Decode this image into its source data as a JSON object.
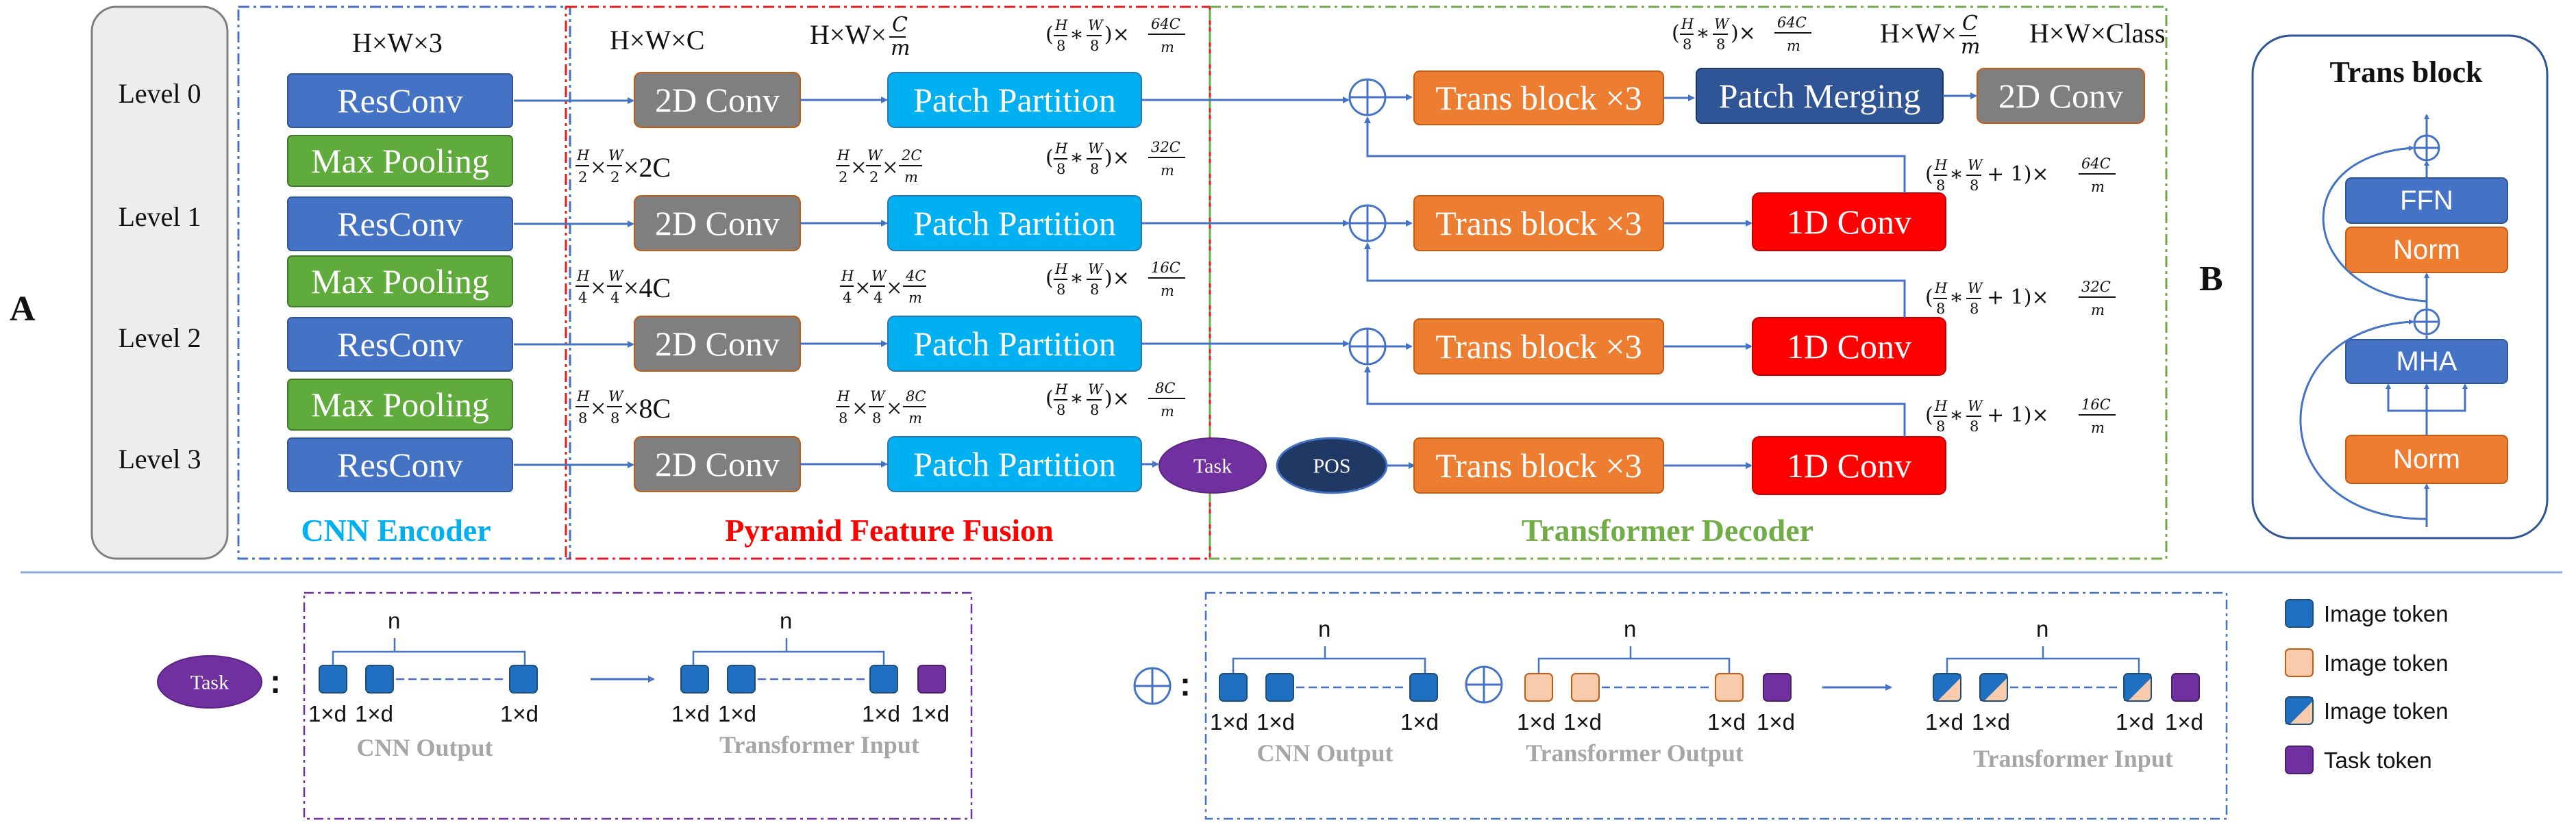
{
  "panel_labels": {
    "a": "A",
    "b": "B"
  },
  "levels": [
    "Level 0",
    "Level 1",
    "Level 2",
    "Level 3"
  ],
  "encoder": {
    "title": "CNN Encoder",
    "input_dim": "H×W×3",
    "resconv": "ResConv",
    "maxpool": "Max Pooling"
  },
  "fusion": {
    "title": "Pyramid Feature Fusion",
    "conv2d": "2D Conv",
    "patch_partition": "Patch Partition",
    "dim_l0": "H×W×C",
    "dim_l0_pp_prefix": "H×W×"
  },
  "decoder": {
    "title": "Transformer Decoder",
    "trans_block": "Trans block ×3",
    "patch_merging": "Patch Merging",
    "conv1d": "1D Conv",
    "conv2d_out": "2D Conv",
    "out_mid_prefix": "H×W×",
    "out_final": "H×W×Class",
    "task": "Task",
    "pos": "POS"
  },
  "trans_block_panel": {
    "title": "Trans block",
    "ffn": "FFN",
    "norm": "Norm",
    "mha": "MHA"
  },
  "legend": {
    "n": "n",
    "dim": "1×d",
    "task": "Task",
    "colon": ":",
    "cnn_output": "CNN Output",
    "transformer_input": "Transformer Input",
    "transformer_output": "Transformer Output",
    "items": [
      {
        "label": "Image token",
        "color": "#1F6FC3"
      },
      {
        "label": "Image token",
        "color": "#F8CBAD"
      },
      {
        "label": "Image token",
        "color": "split"
      },
      {
        "label": "Task token",
        "color": "#7030A0"
      }
    ]
  },
  "colors": {
    "blue_box": "#4472C4",
    "green_box": "#5FAB3C",
    "gray_box": "#7F7F7F",
    "cyan_box": "#00B0F0",
    "orange_box": "#ED7D31",
    "navy_box": "#2F5597",
    "red_box": "#FF0000",
    "purple": "#7030A0",
    "navy_ellipse": "#1F3864",
    "encoder_title": "#00B0F0",
    "fusion_title": "#FF0000",
    "decoder_title": "#70AD47"
  }
}
